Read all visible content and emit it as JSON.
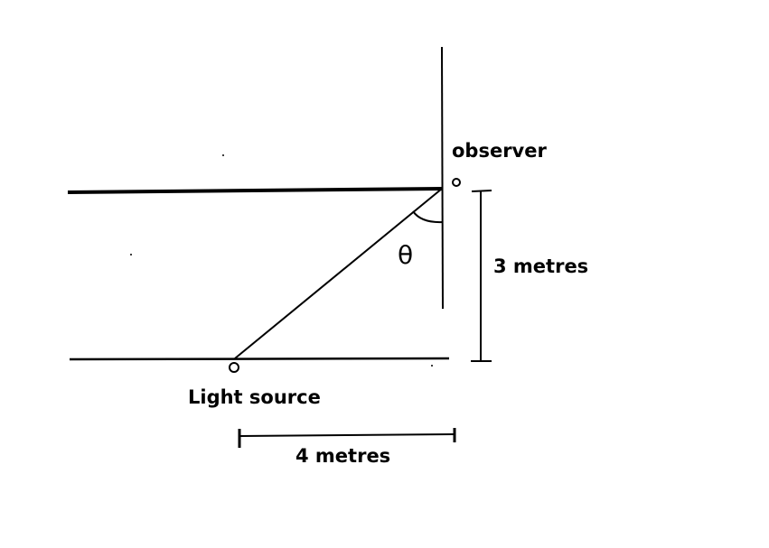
{
  "labels": {
    "observer": "observer",
    "height": "3 metres",
    "light_source": "Light source",
    "distance": "4 metres",
    "angle": "θ"
  },
  "colors": {
    "ink": "#000000",
    "background": "#ffffff"
  }
}
